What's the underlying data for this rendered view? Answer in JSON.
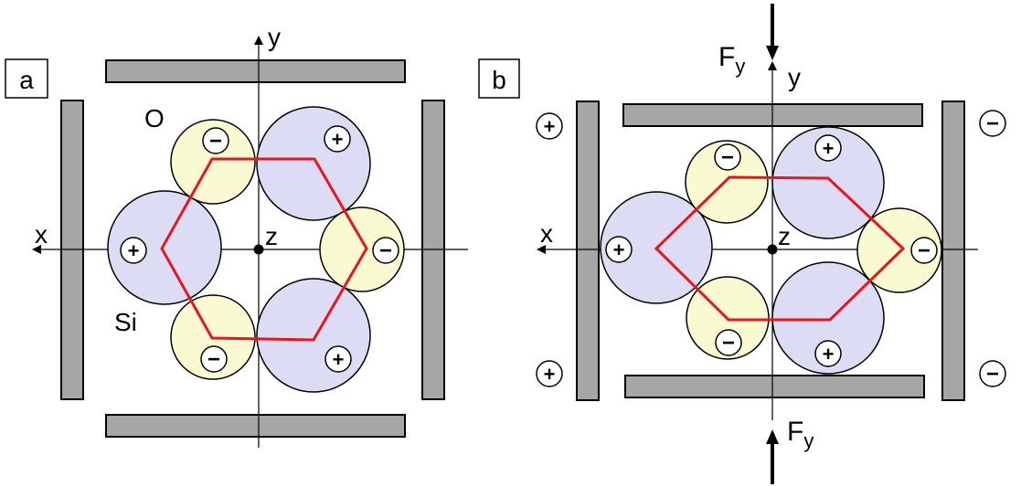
{
  "panel_a": {
    "label": "a",
    "x_axis": "x",
    "y_axis": "y",
    "origin": "z",
    "oxygen_label": "O",
    "silicon_label": "Si",
    "plus": "+",
    "minus": "−"
  },
  "panel_b": {
    "label": "b",
    "x_axis": "x",
    "y_axis": "y",
    "origin": "z",
    "force": "F",
    "force_sub": "y",
    "plus": "+",
    "minus": "−"
  },
  "colors": {
    "plate": "#a6a6a6",
    "silicon": "#dcdcf5",
    "oxygen": "#fafad2",
    "hexagon": "#e8161c"
  }
}
